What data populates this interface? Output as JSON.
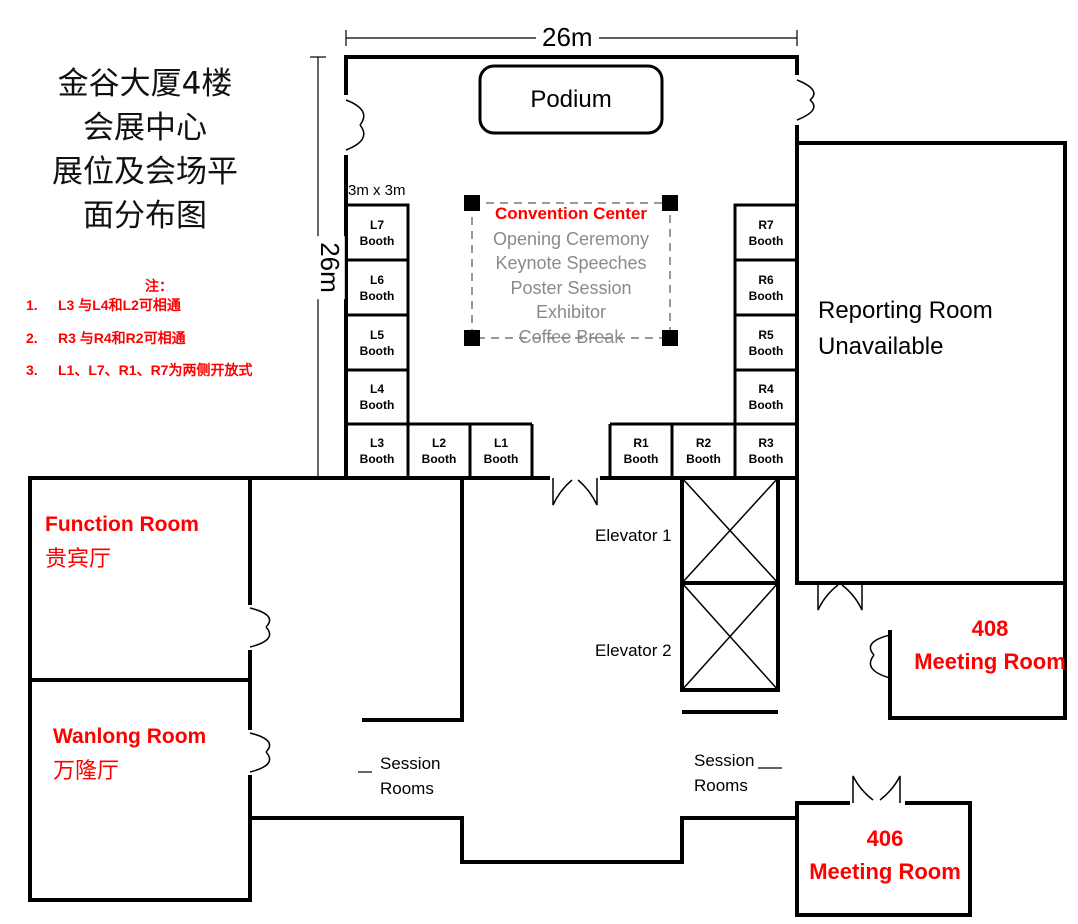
{
  "title_lines": [
    "金谷大厦4楼",
    "会展中心",
    "展位及会场平",
    "面分布图"
  ],
  "notes": {
    "heading": "注：",
    "items": [
      {
        "num": "1.",
        "text": "L3 与L4和L2可相通"
      },
      {
        "num": "2.",
        "text": "R3 与R4和R2可相通"
      },
      {
        "num": "3.",
        "text": "L1、L7、R1、R7为两侧开放式"
      }
    ]
  },
  "dimensions": {
    "width": "26m",
    "height": "26m",
    "booth_size": "3m x 3m"
  },
  "podium": "Podium",
  "convention": {
    "title": "Convention Center",
    "items": [
      "Opening Ceremony",
      "Keynote Speeches",
      "Poster Session",
      "Exhibitor",
      "Coffee Break"
    ]
  },
  "booth_word": "Booth",
  "booths": {
    "L7": "L7",
    "L6": "L6",
    "L5": "L5",
    "L4": "L4",
    "L3": "L3",
    "L2": "L2",
    "L1": "L1",
    "R7": "R7",
    "R6": "R6",
    "R5": "R5",
    "R4": "R4",
    "R3": "R3",
    "R2": "R2",
    "R1": "R1"
  },
  "reporting": {
    "line1": "Reporting Room",
    "line2": "Unavailable"
  },
  "function_room": {
    "en": "Function Room",
    "zh": "贵宾厅"
  },
  "wanlong_room": {
    "en": "Wanlong Room",
    "zh": "万隆厅"
  },
  "elevators": [
    "Elevator 1",
    "Elevator 2"
  ],
  "session_left": {
    "line1": "Session",
    "line2": "Rooms"
  },
  "session_right": {
    "line1": "Session",
    "line2": "Rooms"
  },
  "room408": {
    "num": "408",
    "name": "Meeting Room"
  },
  "room406": {
    "num": "406",
    "name": "Meeting Room"
  },
  "colors": {
    "accent": "#ff0000",
    "walls": "#000000",
    "muted": "#8a8a8a"
  }
}
